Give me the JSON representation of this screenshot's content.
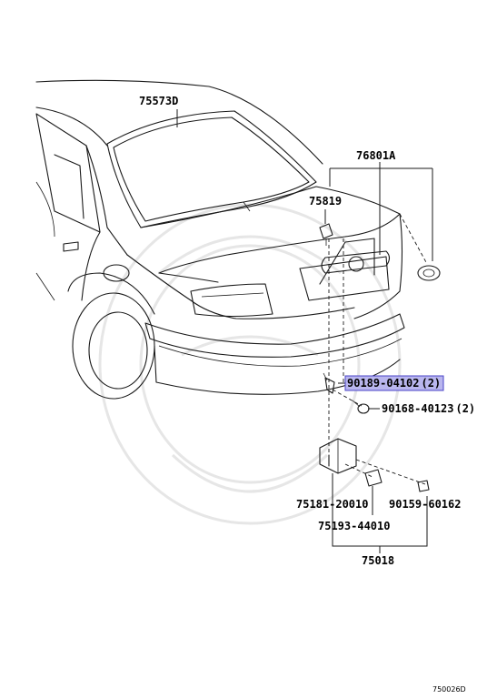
{
  "parts": {
    "weatherstrip": "75573D",
    "emblem_set": "76801A",
    "clip": "75819",
    "screw_highlighted": "90189-04102",
    "screw_highlighted_qty": "(2)",
    "bolt": "90168-40123",
    "bolt_qty": "(2)",
    "bracket": "75181-20010",
    "bushing": "75193-44010",
    "nut": "90159-60162",
    "assembly": "75018"
  },
  "footer": {
    "code": "750026D"
  },
  "colors": {
    "highlight_fill": "#b9b6ee",
    "highlight_border": "#4a44c8",
    "ink": "#1a1a1a"
  }
}
